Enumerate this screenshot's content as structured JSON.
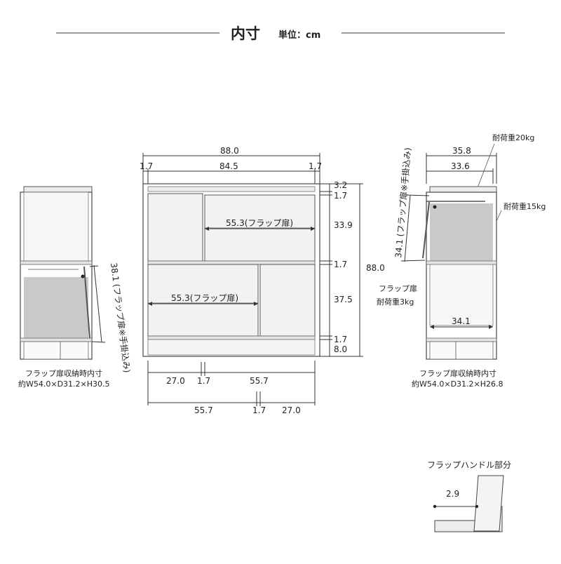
{
  "header": {
    "title": "内寸",
    "unit": "単位：cm"
  },
  "front": {
    "overall_width": "88.0",
    "side_left": "1.7",
    "inner_width": "84.5",
    "side_right": "1.7",
    "top_thickness": "3.2",
    "shelf_upper": "1.7",
    "upper_height": "33.9",
    "shelf_middle": "1.7",
    "lower_height": "37.5",
    "shelf_lower": "1.7",
    "base_height": "8.0",
    "overall_height": "88.0",
    "upper_flap_label": "55.3(フラップ扉)",
    "lower_flap_label": "55.3(フラップ扉)",
    "bottom_row1": [
      "27.0",
      "1.7",
      "55.7"
    ],
    "bottom_row2": [
      "55.7",
      "1.7",
      "27.0"
    ]
  },
  "left_side": {
    "depth_label": "38.1 (フラップ扉※手掛込み)",
    "caption_line1": "フラップ扉収納時内寸",
    "caption_line2": "約W54.0×D31.2×H30.5"
  },
  "right_side": {
    "load_top": "耐荷重20kg",
    "depth_outer": "35.8",
    "depth_inner": "33.6",
    "flap_depth_label": "34.1 (フラップ扉※手掛込み)",
    "load_shelf": "耐荷重15kg",
    "flap_label": "フラップ扉",
    "flap_load": "耐荷重3kg",
    "inner_depth": "34.1",
    "caption_line1": "フラップ扉収納時内寸",
    "caption_line2": "約W54.0×D31.2×H26.8"
  },
  "handle_detail": {
    "title": "フラップハンドル部分",
    "dimension": "2.9"
  }
}
